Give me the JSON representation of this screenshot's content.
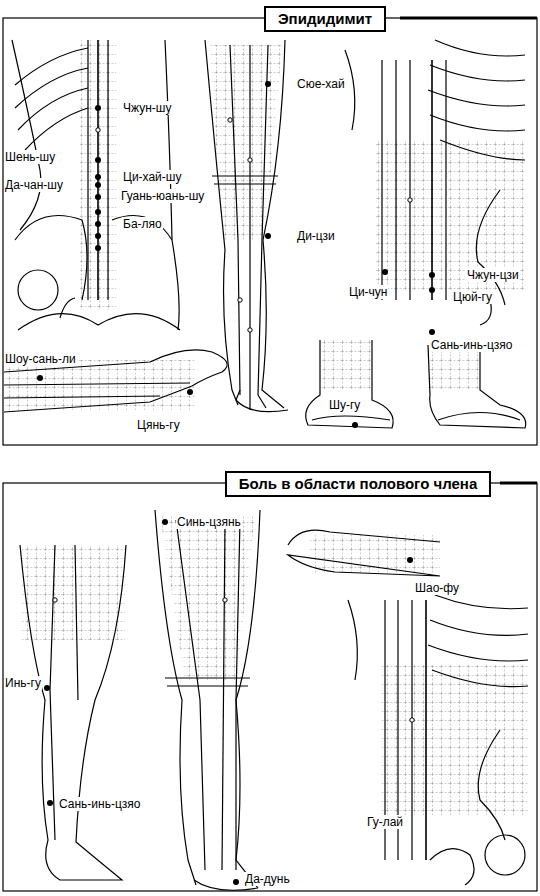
{
  "diagram": {
    "nodes": [
      {
        "text": [
          "Эпидидимит"
        ]
      },
      {
        "text": [
          "Боль в области полового члена"
        ]
      }
    ],
    "labels": [
      "Чжун-шу",
      "Шень-шу",
      "Ци-хай-шу",
      "Да-чан-шу",
      "Гуань-юань-шу",
      "Ба-ляо",
      "Сюе-хай",
      "Ди-цзи",
      "Ци-чун",
      "Чжун-цзи",
      "Цюй-гу",
      "Сань-инь-цзяо",
      "Шу-гу",
      "Шоу-сань-ли",
      "Цянь-гу",
      "Синь-цзянь",
      "Шао-фу",
      "Инь-гу",
      "Сань-инь-цзяо",
      "Гу-лай",
      "Да-дунь"
    ]
  }
}
